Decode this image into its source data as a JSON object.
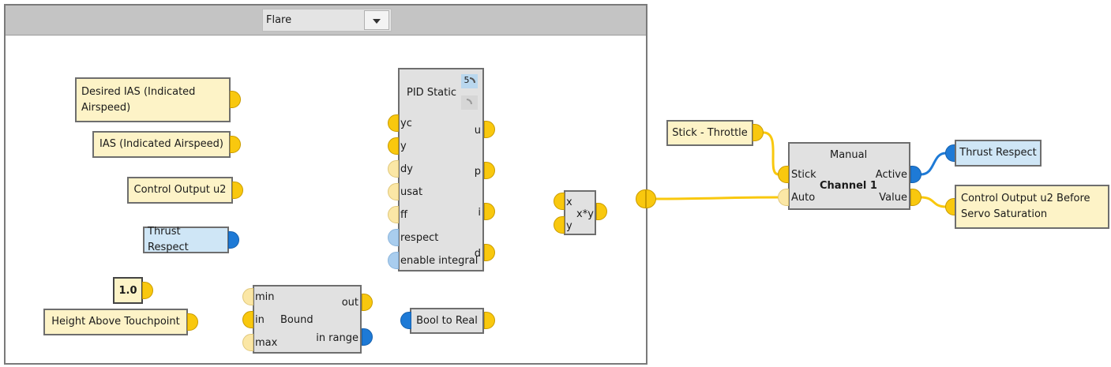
{
  "group": {
    "selector_value": "Flare",
    "selector_arrow_icon": "dropdown-arrow-icon"
  },
  "sources": {
    "desired_ias": "Desired IAS (Indicated Airspeed)",
    "ias": "IAS (Indicated Airspeed)",
    "control_output": "Control Output u2",
    "thrust_respect": "Thrust Respect",
    "constant": "1.0",
    "height": "Height Above Touchpoint"
  },
  "pid": {
    "title": "PID Static",
    "badge_value": "5",
    "inputs": [
      "yc",
      "y",
      "dy",
      "usat",
      "ff",
      "respect",
      "enable integral"
    ],
    "outputs": [
      "u",
      "p",
      "i",
      "d"
    ]
  },
  "bound": {
    "title": "Bound",
    "inputs": [
      "min",
      "in",
      "max"
    ],
    "outputs": [
      "out",
      "in range"
    ]
  },
  "bool_to_real": "Bool to Real",
  "multiply": {
    "label": "x*y",
    "inputs": [
      "x",
      "y"
    ]
  },
  "stick_throttle": "Stick - Throttle",
  "channel": {
    "mode": "Manual",
    "title": "Channel 1",
    "inputs": [
      "Stick",
      "Auto"
    ],
    "outputs": [
      "Active",
      "Value"
    ]
  },
  "outputs": {
    "thrust_respect": "Thrust Respect",
    "control_output": "Control Output u2 Before Servo Saturation"
  },
  "colors": {
    "real_signal": "#f9c80e",
    "bool_signal": "#1e7ad6",
    "block_fill": "#e1e1e1",
    "source_fill": "#fdf3c7",
    "bool_source_fill": "#cfe6f6"
  }
}
